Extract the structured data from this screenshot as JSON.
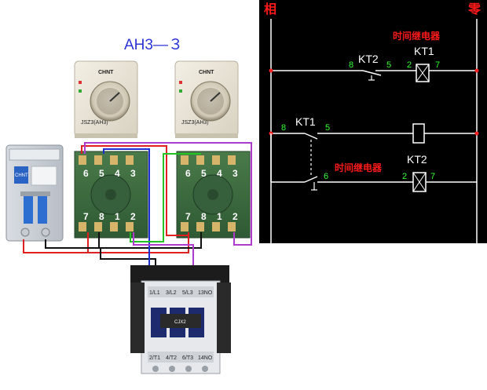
{
  "left": {
    "title": "AH3—３",
    "timer1_brand": "CHNT",
    "timer2_brand": "CHNT",
    "timer_model": "JSZ3(AH3)",
    "socket1_top_pins": [
      "6",
      "5",
      "4",
      "3"
    ],
    "socket1_bottom_pins": [
      "7",
      "8",
      "1",
      "2"
    ],
    "socket2_top_pins": [
      "6",
      "5",
      "4",
      "3"
    ],
    "socket2_bottom_pins": [
      "7",
      "8",
      "1",
      "2"
    ],
    "breaker_brand": "CHNT",
    "contactor_model": "CJX2",
    "contactor_top_terminals": [
      "1/L1",
      "3/L2",
      "5/L3",
      "13NO"
    ],
    "contactor_bottom_terminals": [
      "2/T1",
      "4/T2",
      "6/T3",
      "14NO"
    ]
  },
  "right": {
    "phase_label": "相",
    "neutral_label": "零",
    "relay_label_top": "时间继电器",
    "relay_label_bottom": "时间继电器",
    "kt1": "KT1",
    "kt2": "KT2",
    "kt1_contact": "KT1",
    "kt2_contact": "KT2",
    "n8a": "8",
    "n5a": "5",
    "n2a": "2",
    "n7a": "7",
    "n8b": "8",
    "n5b": "5",
    "n6": "6",
    "n2b": "2",
    "n7b": "7",
    "colors": {
      "background": "#000000",
      "bus": "#ffffff",
      "node": "#ff2222",
      "pin_number": "#33ff33",
      "label_red": "#ff1a1a"
    }
  }
}
